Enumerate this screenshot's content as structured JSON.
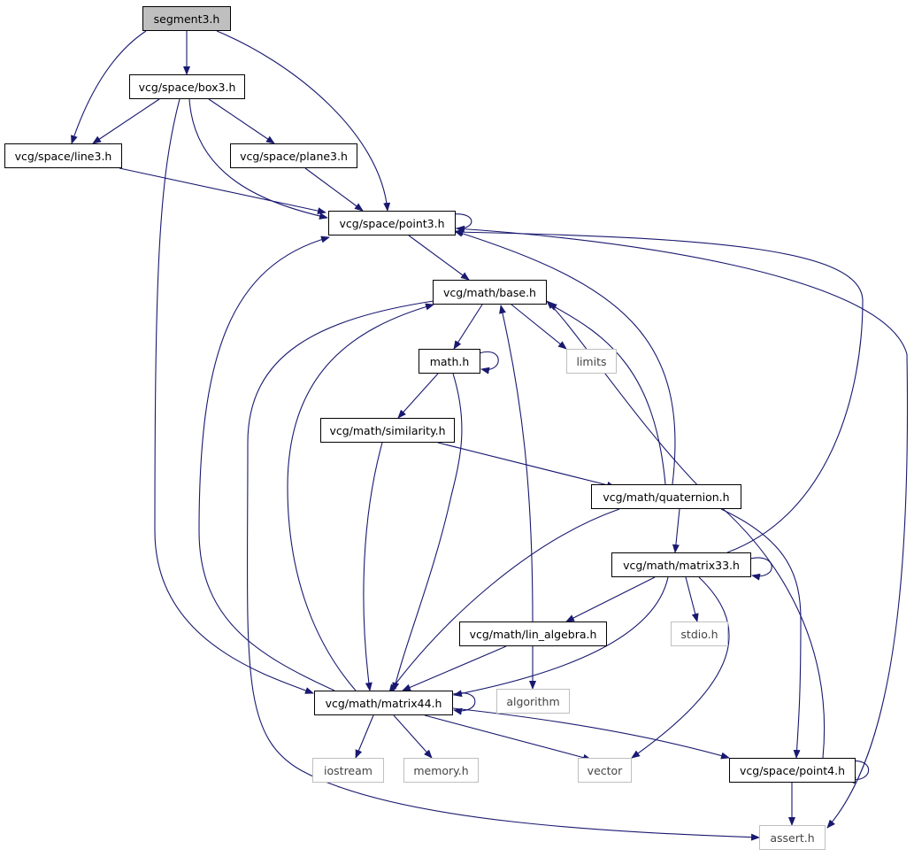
{
  "colors": {
    "edge": "#191970",
    "root_fill": "#bfbfbf",
    "external_border": "#bfbfbf",
    "box_border": "#000000"
  },
  "nodes": {
    "segment3": "segment3.h",
    "box3": "vcg/space/box3.h",
    "line3": "vcg/space/line3.h",
    "plane3": "vcg/space/plane3.h",
    "point3": "vcg/space/point3.h",
    "base": "vcg/math/base.h",
    "limits": "limits",
    "math": "math.h",
    "similarity": "vcg/math/similarity.h",
    "quaternion": "vcg/math/quaternion.h",
    "matrix33": "vcg/math/matrix33.h",
    "lin_algebra": "vcg/math/lin_algebra.h",
    "stdio": "stdio.h",
    "algorithm": "algorithm",
    "matrix44": "vcg/math/matrix44.h",
    "iostream": "iostream",
    "memory": "memory.h",
    "vector": "vector",
    "point4": "vcg/space/point4.h",
    "assert": "assert.h"
  }
}
